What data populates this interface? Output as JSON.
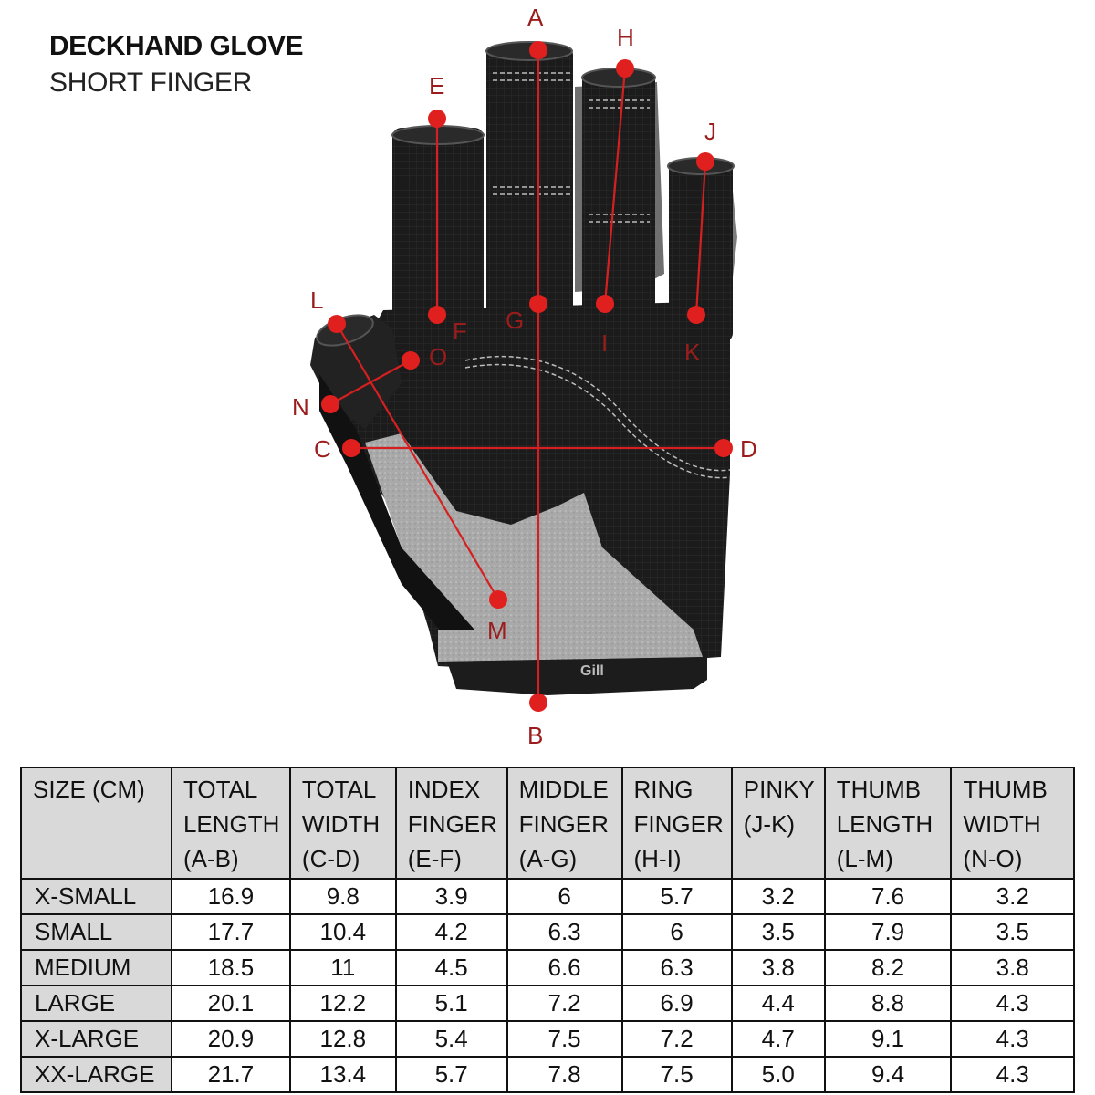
{
  "header": {
    "title": "DECKHAND GLOVE",
    "subtitle": "SHORT FINGER"
  },
  "diagram": {
    "brand_mark": "Gill",
    "marker_color": "#e0201e",
    "label_color": "#9b1c1c",
    "points": {
      "A": "A",
      "B": "B",
      "C": "C",
      "D": "D",
      "E": "E",
      "F": "F",
      "G": "G",
      "H": "H",
      "I": "I",
      "J": "J",
      "K": "K",
      "L": "L",
      "M": "M",
      "N": "N",
      "O": "O"
    }
  },
  "table": {
    "headers": [
      {
        "line1": "SIZE (CM)",
        "line2": "",
        "line3": ""
      },
      {
        "line1": "TOTAL",
        "line2": "LENGTH",
        "line3": "(A-B)"
      },
      {
        "line1": "TOTAL",
        "line2": "WIDTH",
        "line3": "(C-D)"
      },
      {
        "line1": "INDEX",
        "line2": "FINGER",
        "line3": "(E-F)"
      },
      {
        "line1": "MIDDLE",
        "line2": "FINGER",
        "line3": "(A-G)"
      },
      {
        "line1": "RING",
        "line2": "FINGER",
        "line3": "(H-I)"
      },
      {
        "line1": "PINKY",
        "line2": "(J-K)",
        "line3": ""
      },
      {
        "line1": "THUMB",
        "line2": "LENGTH",
        "line3": "(L-M)"
      },
      {
        "line1": "THUMB",
        "line2": "WIDTH",
        "line3": "(N-O)"
      }
    ],
    "rows": [
      [
        "X-SMALL",
        "16.9",
        "9.8",
        "3.9",
        "6",
        "5.7",
        "3.2",
        "7.6",
        "3.2"
      ],
      [
        "SMALL",
        "17.7",
        "10.4",
        "4.2",
        "6.3",
        "6",
        "3.5",
        "7.9",
        "3.5"
      ],
      [
        "MEDIUM",
        "18.5",
        "11",
        "4.5",
        "6.6",
        "6.3",
        "3.8",
        "8.2",
        "3.8"
      ],
      [
        "LARGE",
        "20.1",
        "12.2",
        "5.1",
        "7.2",
        "6.9",
        "4.4",
        "8.8",
        "4.3"
      ],
      [
        "X-LARGE",
        "20.9",
        "12.8",
        "5.4",
        "7.5",
        "7.2",
        "4.7",
        "9.1",
        "4.3"
      ],
      [
        "XX-LARGE",
        "21.7",
        "13.4",
        "5.7",
        "7.8",
        "7.5",
        "5.0",
        "9.4",
        "4.3"
      ]
    ]
  }
}
